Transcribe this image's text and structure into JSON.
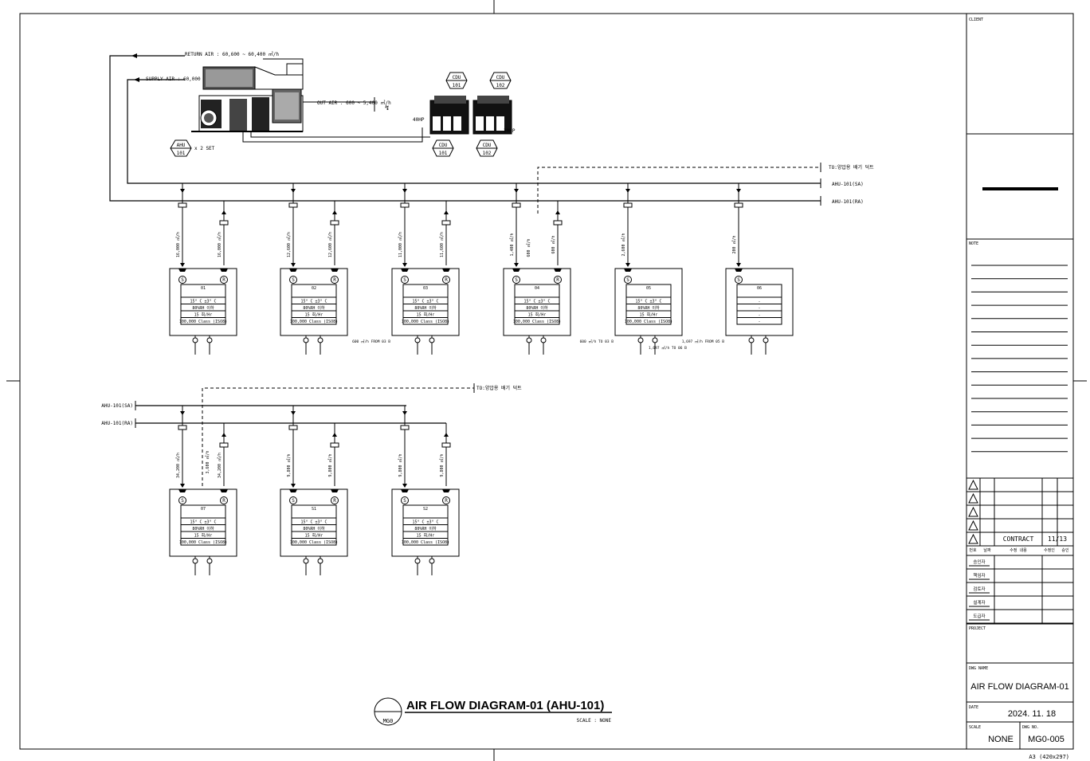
{
  "colors": {
    "ink": "#000000",
    "paper": "#ffffff"
  },
  "ahu": {
    "return_air": "RETURN AIR : 60,600 ~ 60,400 ㎥/h",
    "supply_air": "SUPPLY AIR : 60,000 ㎥/h",
    "out_air": "OUT AIR : 600 ~ 5,400 ㎥/h",
    "tag_top": "AHU",
    "tag_bot": "101",
    "set_count": "x 2 SET"
  },
  "cdu_top": [
    {
      "top": "CDU",
      "bot": "101"
    },
    {
      "top": "CDU",
      "bot": "102"
    }
  ],
  "cdu_bottom": [
    {
      "top": "CDU",
      "bot": "101"
    },
    {
      "top": "CDU",
      "bot": "102"
    }
  ],
  "hp_labels": [
    "40HP",
    "30HP"
  ],
  "header_labels": {
    "to_exhaust": "TO:양압용 배기 덕트",
    "sa_line": "AHU-101(SA)",
    "ra_line": "AHU-101(RA)"
  },
  "row1": [
    {
      "room": "01",
      "sa": "16,000 ㎥/h",
      "ra": "16,000 ㎥/h",
      "rows": [
        "15° C ±3° C",
        "80%RH 이하",
        "15 회/Hr",
        "100,000 Class (ISO8)"
      ],
      "extra": ""
    },
    {
      "room": "02",
      "sa": "12,600 ㎥/h",
      "ra": "12,600 ㎥/h",
      "rows": [
        "15° C ±3° C",
        "80%RH 이하",
        "15 회/Hr",
        "100,000 Class (ISO8)"
      ],
      "extra": ""
    },
    {
      "room": "03",
      "sa": "11,000 ㎥/h",
      "ra": "11,600 ㎥/h",
      "rows": [
        "15° C ±3° C",
        "80%RH 이하",
        "15 회/Hr",
        "100,000 Class (ISO8)"
      ],
      "extra": "600 ㎥/h FROM 03 B"
    },
    {
      "room": "04",
      "sa": "1,400 ㎥/h",
      "ra": "600 ㎥/h",
      "rows": [
        "15° C ±3° C",
        "80%RH 이하",
        "15 회/Hr",
        "100,000 Class (ISO8)"
      ],
      "extra": ""
    },
    {
      "room": "05",
      "sa": "2,600 ㎥/h",
      "ra": "",
      "rows": [
        "15° C ±3° C",
        "80%RH 이하",
        "15 회/Hr",
        "100,000 Class (ISO8)"
      ],
      "extra": "600 ㎥/h TO 03 B / 1,697 ㎥/h TO 06 B"
    },
    {
      "room": "06",
      "sa": "200 ㎥/h",
      "ra": "",
      "rows": [
        "-",
        "-",
        "-",
        "-"
      ],
      "extra": "1,697 ㎥/h FROM 05 B"
    }
  ],
  "room04_exhaust": "600 ㎥/h",
  "row2_labels": {
    "to_exhaust": "TO:양압용 배기 덕트",
    "sa_line": "AHU-101(SA)",
    "ra_line": "AHU-101(RA)"
  },
  "row2": [
    {
      "room": "07",
      "sa": "34,200 ㎥/h",
      "ra": "34,200 ㎥/h",
      "exh": "3,600 ㎥/h",
      "rows": [
        "15° C ±3° C",
        "80%RH 이하",
        "15 회/Hr",
        "100,000 Class (ISO8)"
      ]
    },
    {
      "room": "S1",
      "sa": "9,800 ㎥/h",
      "ra": "9,800 ㎥/h",
      "exh": "",
      "rows": [
        "15° C ±3° C",
        "80%RH 이하",
        "15 회/Hr",
        "100,000 Class (ISO8)"
      ]
    },
    {
      "room": "S2",
      "sa": "9,800 ㎥/h",
      "ra": "9,800 ㎥/h",
      "exh": "",
      "rows": [
        "15° C ±3° C",
        "80%RH 이하",
        "15 회/Hr",
        "100,000 Class (ISO8)"
      ]
    }
  ],
  "title": {
    "text": "AIR FLOW DIAGRAM-01 (AHU-101)",
    "scale": "SCALE : NONE",
    "symbol": "MG0"
  },
  "titleblock": {
    "client": "CLIENT",
    "note": "NOTE",
    "contract": "CONTRACT",
    "contract_no": "11/13",
    "rev_head": [
      "번호",
      "날짜",
      "수정 내용",
      "수정인",
      "승인"
    ],
    "signers": [
      "승인자",
      "책임자",
      "검토자",
      "설계자",
      "도급자"
    ],
    "project": "PROJECT",
    "dwg_name_label": "DWG NAME",
    "dwg_name": "AIR FLOW DIAGRAM-01",
    "date_label": "DATE",
    "date": "2024. 11. 18",
    "scale_label": "SCALE",
    "scale": "NONE",
    "dwg_no_label": "DWG NO.",
    "dwg_no": "MG0-005",
    "paper": "A3 (420x297)"
  }
}
